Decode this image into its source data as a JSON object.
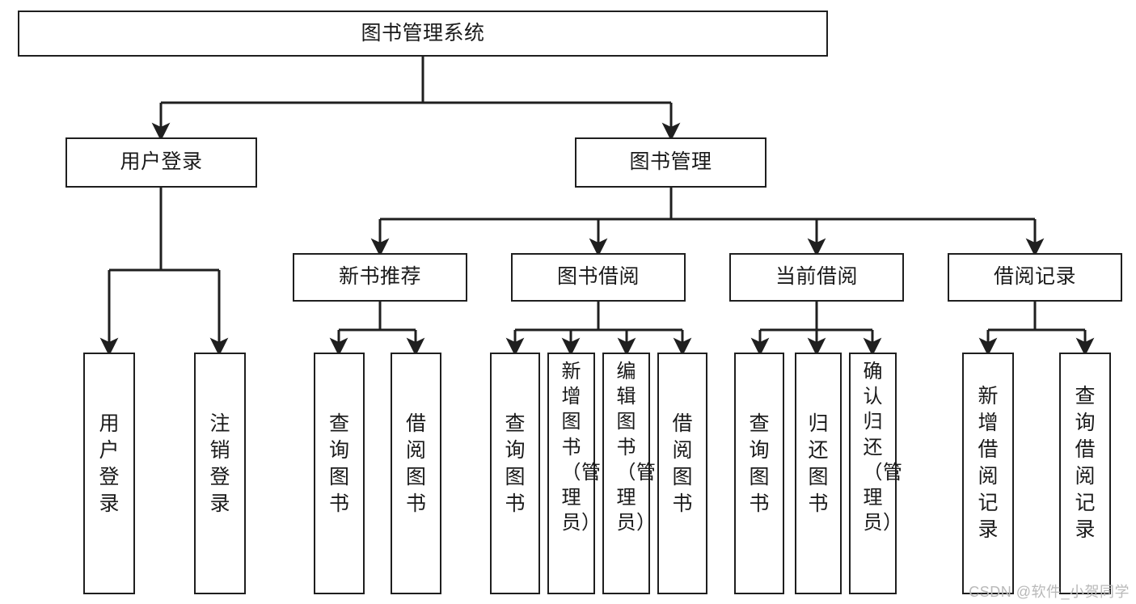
{
  "diagram": {
    "title": "图书管理系统",
    "watermark": "CSDN @软件_小贺同学",
    "colors": {
      "stroke": "#1f1f1f",
      "fill": "#ffffff",
      "text": "#1a1a1a",
      "watermark": "#b9b9b9"
    },
    "levels": {
      "root": {
        "label": "图书管理系统"
      },
      "level2": [
        {
          "id": "user-login",
          "label": "用户登录"
        },
        {
          "id": "book-manage",
          "label": "图书管理"
        }
      ],
      "level3": [
        {
          "id": "new-book-recommend",
          "label": "新书推荐"
        },
        {
          "id": "book-borrow",
          "label": "图书借阅"
        },
        {
          "id": "current-borrow",
          "label": "当前借阅"
        },
        {
          "id": "borrow-record",
          "label": "借阅记录"
        }
      ],
      "leaves": [
        {
          "id": "leaf-user-login",
          "label": "用户登录",
          "parent": "user-login"
        },
        {
          "id": "leaf-user-logout",
          "label": "注销登录",
          "parent": "user-login"
        },
        {
          "id": "leaf-query-book-1",
          "label": "查询图书",
          "parent": "new-book-recommend"
        },
        {
          "id": "leaf-borrow-book-1",
          "label": "借阅图书",
          "parent": "new-book-recommend"
        },
        {
          "id": "leaf-query-book-2",
          "label": "查询图书",
          "parent": "book-borrow"
        },
        {
          "id": "leaf-add-book",
          "label": "新增图书（管理员）",
          "parent": "book-borrow"
        },
        {
          "id": "leaf-edit-book",
          "label": "编辑图书（管理员）",
          "parent": "book-borrow"
        },
        {
          "id": "leaf-borrow-book-2",
          "label": "借阅图书",
          "parent": "book-borrow"
        },
        {
          "id": "leaf-query-book-3",
          "label": "查询图书",
          "parent": "current-borrow"
        },
        {
          "id": "leaf-return-book",
          "label": "归还图书",
          "parent": "current-borrow"
        },
        {
          "id": "leaf-confirm-return",
          "label": "确认归还（管理员）",
          "parent": "current-borrow"
        },
        {
          "id": "leaf-add-record",
          "label": "新增借阅记录",
          "parent": "borrow-record"
        },
        {
          "id": "leaf-query-record",
          "label": "查询借阅记录",
          "parent": "borrow-record"
        }
      ]
    }
  }
}
